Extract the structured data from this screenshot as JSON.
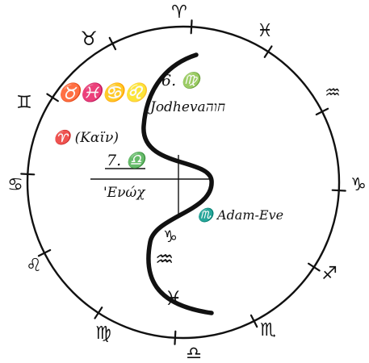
{
  "rim_signs": [
    "♈",
    "♓",
    "♒",
    "♑",
    "♐",
    "♏",
    "♎",
    "♍",
    "♌",
    "♋",
    "♊",
    "♉"
  ],
  "inner_labels": {
    "upper_cluster": "♉♓♋♌",
    "aries_kain": "♈ (Καϊν)",
    "virgo_six": "6. ♍",
    "jodhevah": "Jodhevaחוה",
    "seven_libra": "7. ♎",
    "enoch": "'Ενώχ",
    "scorpio_adam_eve": "♏ Adam-Eve",
    "capricorn": "♑",
    "aquarius": "♒",
    "pisces": "♓"
  }
}
